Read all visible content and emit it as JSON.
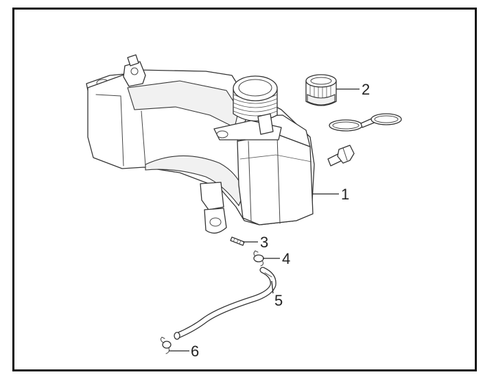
{
  "diagram": {
    "callouts": [
      {
        "id": "1",
        "text": "1"
      },
      {
        "id": "2",
        "text": "2"
      },
      {
        "id": "3",
        "text": "3"
      },
      {
        "id": "4",
        "text": "4"
      },
      {
        "id": "5",
        "text": "5"
      },
      {
        "id": "6",
        "text": "6"
      }
    ],
    "colors": {
      "line": "#333333",
      "border": "#111111",
      "background": "#ffffff"
    }
  }
}
